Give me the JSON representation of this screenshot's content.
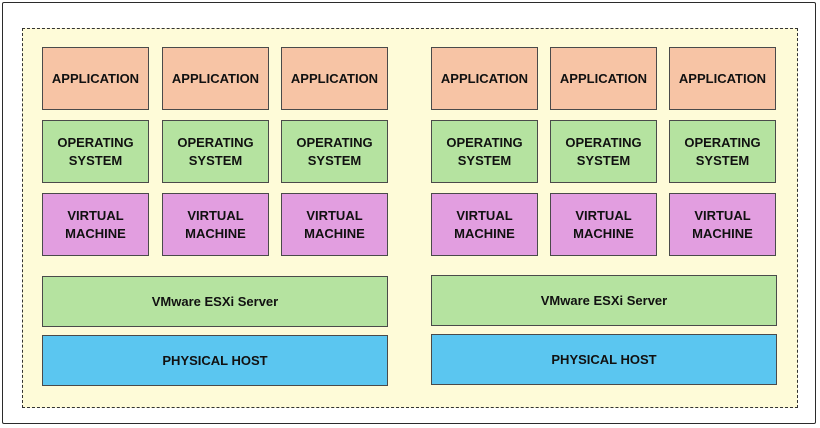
{
  "colors": {
    "background": "#fefbd8",
    "application": "#f7c4a5",
    "operating_system": "#b5e3a0",
    "virtual_machine": "#e29ee0",
    "esxi": "#b5e3a0",
    "physical_host": "#5bc6f0",
    "border": "#4a4a4a"
  },
  "hosts": [
    {
      "vms": [
        {
          "application": "APPLICATION",
          "os_line1": "OPERATING",
          "os_line2": "SYSTEM",
          "vm_line1": "VIRTUAL",
          "vm_line2": "MACHINE"
        },
        {
          "application": "APPLICATION",
          "os_line1": "OPERATING",
          "os_line2": "SYSTEM",
          "vm_line1": "VIRTUAL",
          "vm_line2": "MACHINE"
        },
        {
          "application": "APPLICATION",
          "os_line1": "OPERATING",
          "os_line2": "SYSTEM",
          "vm_line1": "VIRTUAL",
          "vm_line2": "MACHINE"
        }
      ],
      "hypervisor": "VMware ESXi Server",
      "physical": "PHYSICAL HOST"
    },
    {
      "vms": [
        {
          "application": "APPLICATION",
          "os_line1": "OPERATING",
          "os_line2": "SYSTEM",
          "vm_line1": "VIRTUAL",
          "vm_line2": "MACHINE"
        },
        {
          "application": "APPLICATION",
          "os_line1": "OPERATING",
          "os_line2": "SYSTEM",
          "vm_line1": "VIRTUAL",
          "vm_line2": "MACHINE"
        },
        {
          "application": "APPLICATION",
          "os_line1": "OPERATING",
          "os_line2": "SYSTEM",
          "vm_line1": "VIRTUAL",
          "vm_line2": "MACHINE"
        }
      ],
      "hypervisor": "VMware ESXi Server",
      "physical": "PHYSICAL HOST"
    }
  ]
}
